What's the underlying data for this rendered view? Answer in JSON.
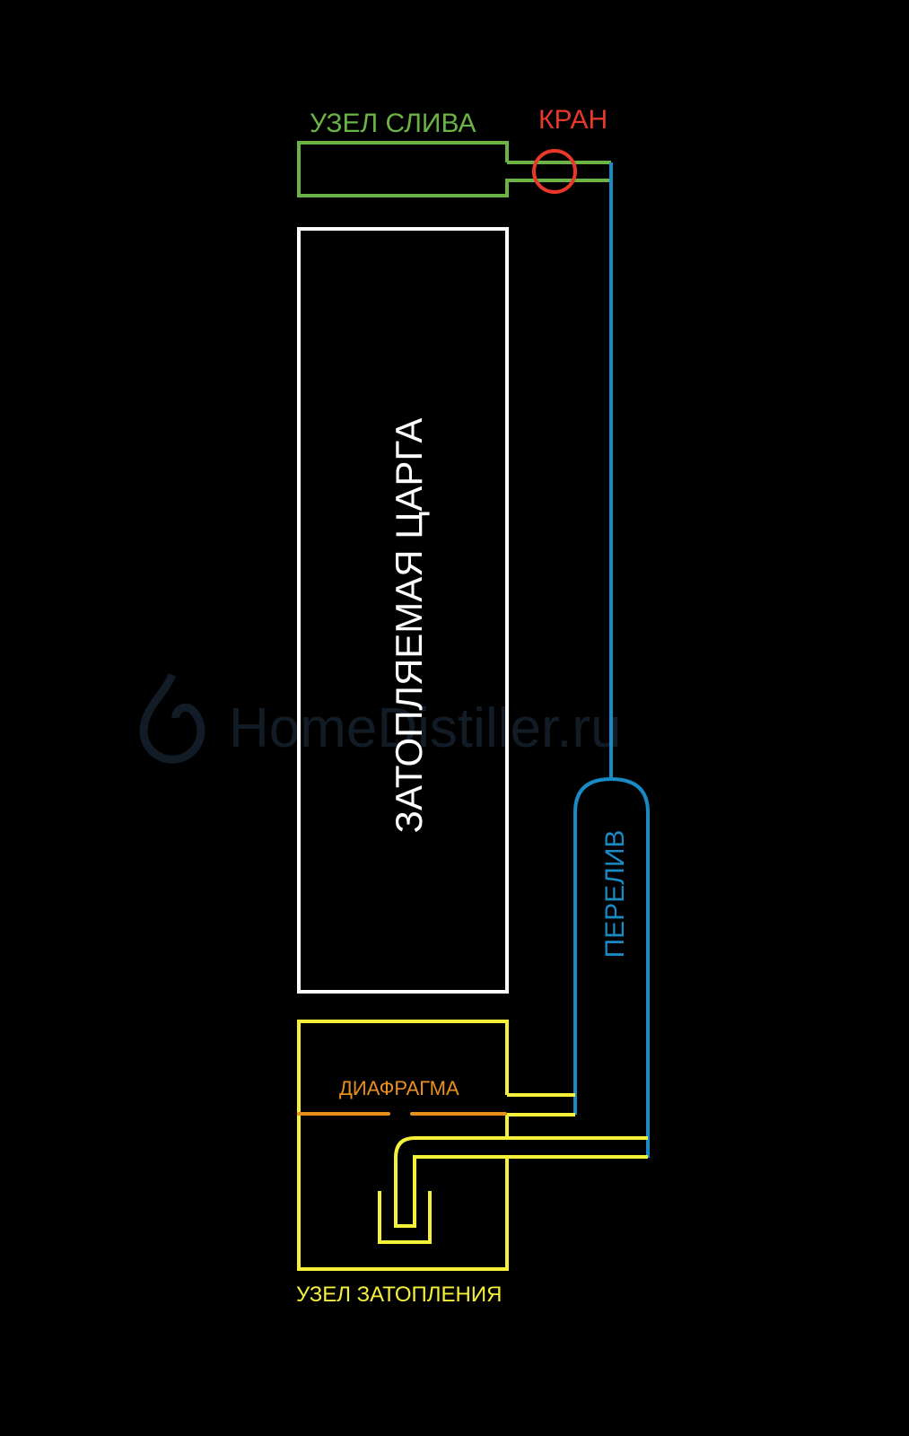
{
  "labels": {
    "drain_unit": "УЗЕЛ СЛИВА",
    "valve": "КРАН",
    "flooded_column": "ЗАТОПЛЯЕМАЯ ЦАРГА",
    "overflow": "ПЕРЕЛИВ",
    "diaphragm": "ДИАФРАГМА",
    "flooding_unit": "УЗЕЛ ЗАТОПЛЕНИЯ"
  },
  "watermark": "HomeDistiller.ru",
  "colors": {
    "background": "#000000",
    "drain_unit": "#6ab344",
    "valve": "#e8382a",
    "column": "#ffffff",
    "overflow": "#1a8ac4",
    "diaphragm": "#e8901c",
    "flooding_unit": "#f5f03a",
    "watermark": "#121c26"
  }
}
